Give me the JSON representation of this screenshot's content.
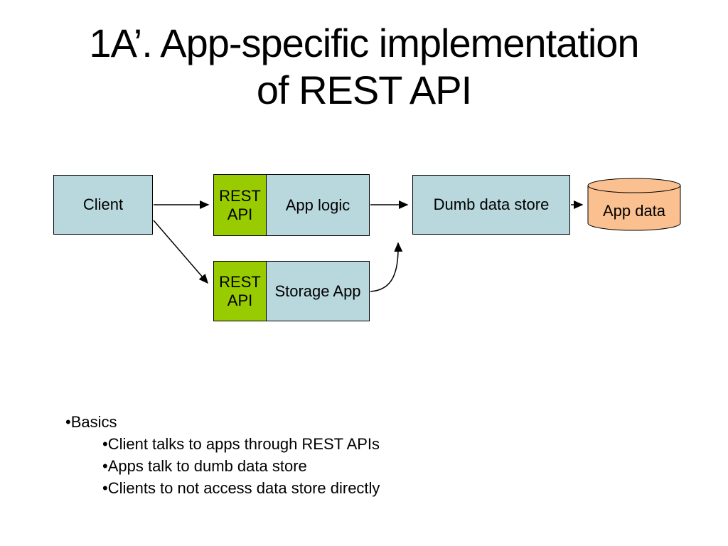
{
  "slide": {
    "title_line1": "1A’. App-specific implementation",
    "title_line2": "of REST API"
  },
  "diagram": {
    "client_label": "Client",
    "rest_api_label": "REST API",
    "app_logic_label": "App logic",
    "storage_app_label": "Storage App",
    "dumb_store_label": "Dumb data store",
    "app_data_label": "App data",
    "colors": {
      "box_fill": "#b9d8dd",
      "rest_api_fill": "#99cc00",
      "cylinder_fill": "#fac090",
      "border": "#000000"
    }
  },
  "bullets": {
    "heading": "•Basics",
    "items": [
      "•Client talks to apps through REST APIs",
      "•Apps talk to dumb data store",
      "•Clients to not access data store directly"
    ]
  }
}
